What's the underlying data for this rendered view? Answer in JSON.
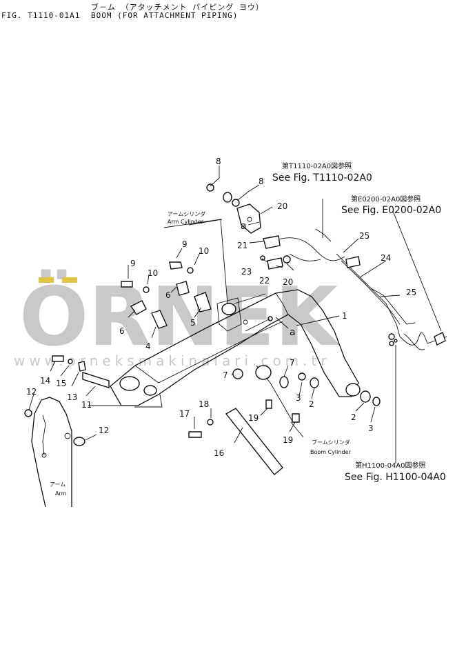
{
  "header": {
    "jp_subtitle": "ブ－ム （アタッチメント パイピング ヨウ）",
    "fig_code": "FIG. T1110-01A1",
    "title": "BOOM (FOR ATTACHMENT PIPING)"
  },
  "watermark": {
    "brand": "ÖRNEK",
    "url": "www.orneksmakinalari.com.tr",
    "color": "#c9c9c9"
  },
  "references": [
    {
      "jp": "第T1110-02A0図参照",
      "en": "See Fig. T1110-02A0"
    },
    {
      "jp": "第E0200-02A0図参照",
      "en": "See Fig. E0200-02A0"
    },
    {
      "jp": "第H1100-04A0図参照",
      "en": "See Fig. H1100-04A0"
    }
  ],
  "labels": {
    "arm_cyl_jp": "アームシリンダ",
    "arm_cyl_en": "Arm Cylinder",
    "boom_cyl_jp": "ブームシリンダ",
    "boom_cyl_en": "Boom Cylinder",
    "arm_jp": "アーム",
    "arm_en": "Arm",
    "mark_a": "a"
  },
  "part_numbers": [
    "8",
    "8",
    "20",
    "21",
    "23",
    "22",
    "20",
    "25",
    "24",
    "25",
    "9",
    "10",
    "9",
    "10",
    "6",
    "6",
    "5",
    "4",
    "1",
    "7",
    "7",
    "3",
    "2",
    "2",
    "3",
    "14",
    "15",
    "13",
    "11",
    "12",
    "12",
    "18",
    "17",
    "19",
    "19",
    "16"
  ]
}
